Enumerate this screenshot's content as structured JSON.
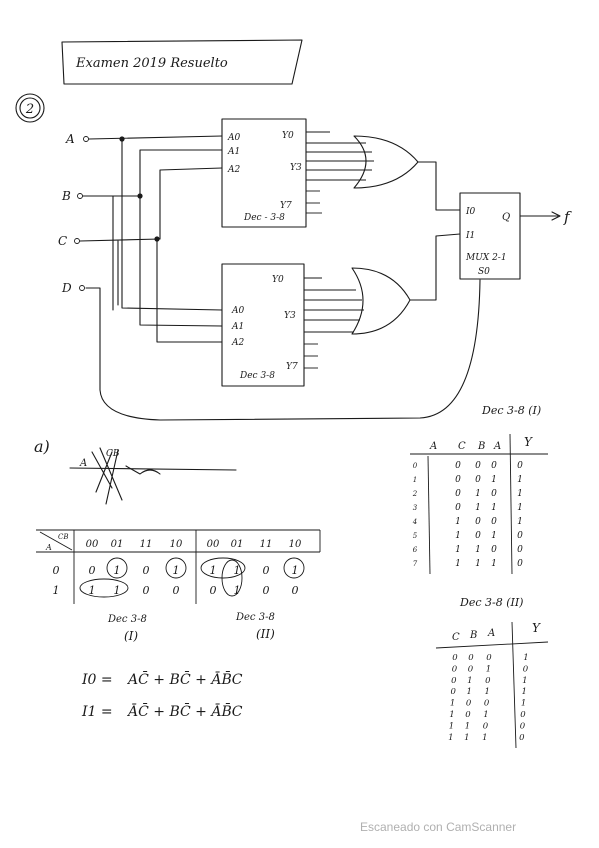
{
  "header": {
    "title": "Examen 2019 Resuelto"
  },
  "problem": {
    "number": "2"
  },
  "circuit": {
    "inputs": {
      "a": "A",
      "b": "B",
      "c": "C",
      "d": "D"
    },
    "dec1": {
      "label": "Dec - 3-8",
      "in0": "A0",
      "in1": "A1",
      "in2": "A2",
      "y0": "Y0",
      "y3": "Y3",
      "y7": "Y7"
    },
    "dec2": {
      "label": "Dec 3-8",
      "in0": "A0",
      "in1": "A1",
      "in2": "A2",
      "y0": "Y0",
      "y3": "Y3",
      "y7": "Y7"
    },
    "mux": {
      "label": "MUX 2-1",
      "i0": "I0",
      "i1": "I1",
      "q": "Q",
      "s": "S0",
      "out": "f"
    }
  },
  "part_a": {
    "label": "a)",
    "corner_a": "A",
    "corner_cb": "CB"
  },
  "kmap": {
    "corner_row": "A",
    "corner_col": "CB",
    "cols": [
      "00",
      "01",
      "11",
      "10",
      "00",
      "01",
      "11",
      "10"
    ],
    "rows": [
      {
        "label": "0",
        "cells": [
          "0",
          "1",
          "0",
          "1",
          "1",
          "1",
          "0",
          "1"
        ]
      },
      {
        "label": "1",
        "cells": [
          "1",
          "1",
          "0",
          "0",
          "0",
          "1",
          "0",
          "0"
        ]
      }
    ],
    "label_left": "Dec 3-8",
    "roman_left": "(I)",
    "label_right": "Dec 3-8",
    "roman_right": "(II)"
  },
  "equations": {
    "i0_lhs": "I0 =",
    "i0_rhs": "AC̄ + BC̄ + ĀB̄C",
    "i1_lhs": "I1 =",
    "i1_rhs": "ĀC̄ + BC̄ + ĀB̄C"
  },
  "table1": {
    "title": "Dec 3-8 (I)",
    "headers": [
      "A",
      "C",
      "B",
      "A",
      "Y"
    ],
    "rows": [
      [
        "0",
        "0",
        "0",
        "0",
        "0"
      ],
      [
        "1",
        "0",
        "0",
        "1",
        "1"
      ],
      [
        "2",
        "0",
        "1",
        "0",
        "1"
      ],
      [
        "3",
        "0",
        "1",
        "1",
        "1"
      ],
      [
        "4",
        "1",
        "0",
        "0",
        "1"
      ],
      [
        "5",
        "1",
        "0",
        "1",
        "0"
      ],
      [
        "6",
        "1",
        "1",
        "0",
        "0"
      ],
      [
        "7",
        "1",
        "1",
        "1",
        "0"
      ]
    ]
  },
  "table2": {
    "title": "Dec 3-8 (II)",
    "headers": [
      "C",
      "B",
      "A",
      "Y"
    ],
    "rows": [
      [
        "0",
        "0",
        "0",
        "1"
      ],
      [
        "0",
        "0",
        "1",
        "0"
      ],
      [
        "0",
        "1",
        "0",
        "1"
      ],
      [
        "0",
        "1",
        "1",
        "1"
      ],
      [
        "1",
        "0",
        "0",
        "1"
      ],
      [
        "1",
        "0",
        "1",
        "0"
      ],
      [
        "1",
        "1",
        "0",
        "0"
      ],
      [
        "1",
        "1",
        "1",
        "0"
      ]
    ]
  },
  "watermark": "Escaneado con CamScanner"
}
